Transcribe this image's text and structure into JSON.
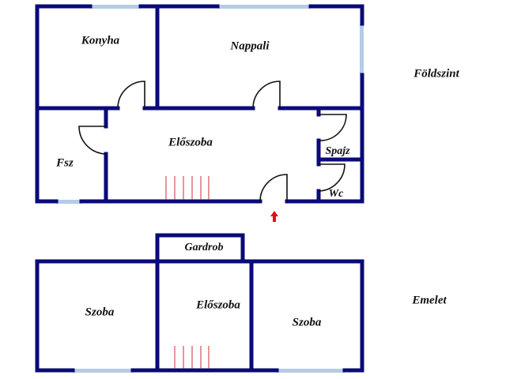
{
  "colors": {
    "wall": "#0a0a78",
    "window": "#b4cce4",
    "door": "#111111",
    "stairs": "#c83232",
    "entrance_arrow": "#e01010",
    "text": "#111111"
  },
  "floors": [
    {
      "name": "Földszint",
      "rooms": [
        {
          "name": "Konyha"
        },
        {
          "name": "Nappali"
        },
        {
          "name": "Előszoba"
        },
        {
          "name": "Fsz"
        },
        {
          "name": "Spajz"
        },
        {
          "name": "Wc"
        }
      ]
    },
    {
      "name": "Emelet",
      "rooms": [
        {
          "name": "Gardrob"
        },
        {
          "name": "Szoba"
        },
        {
          "name": "Előszoba"
        },
        {
          "name": "Szoba"
        }
      ]
    }
  ],
  "icons": {
    "entrance": "up-arrow-icon",
    "stairs": "stairs-icon"
  }
}
